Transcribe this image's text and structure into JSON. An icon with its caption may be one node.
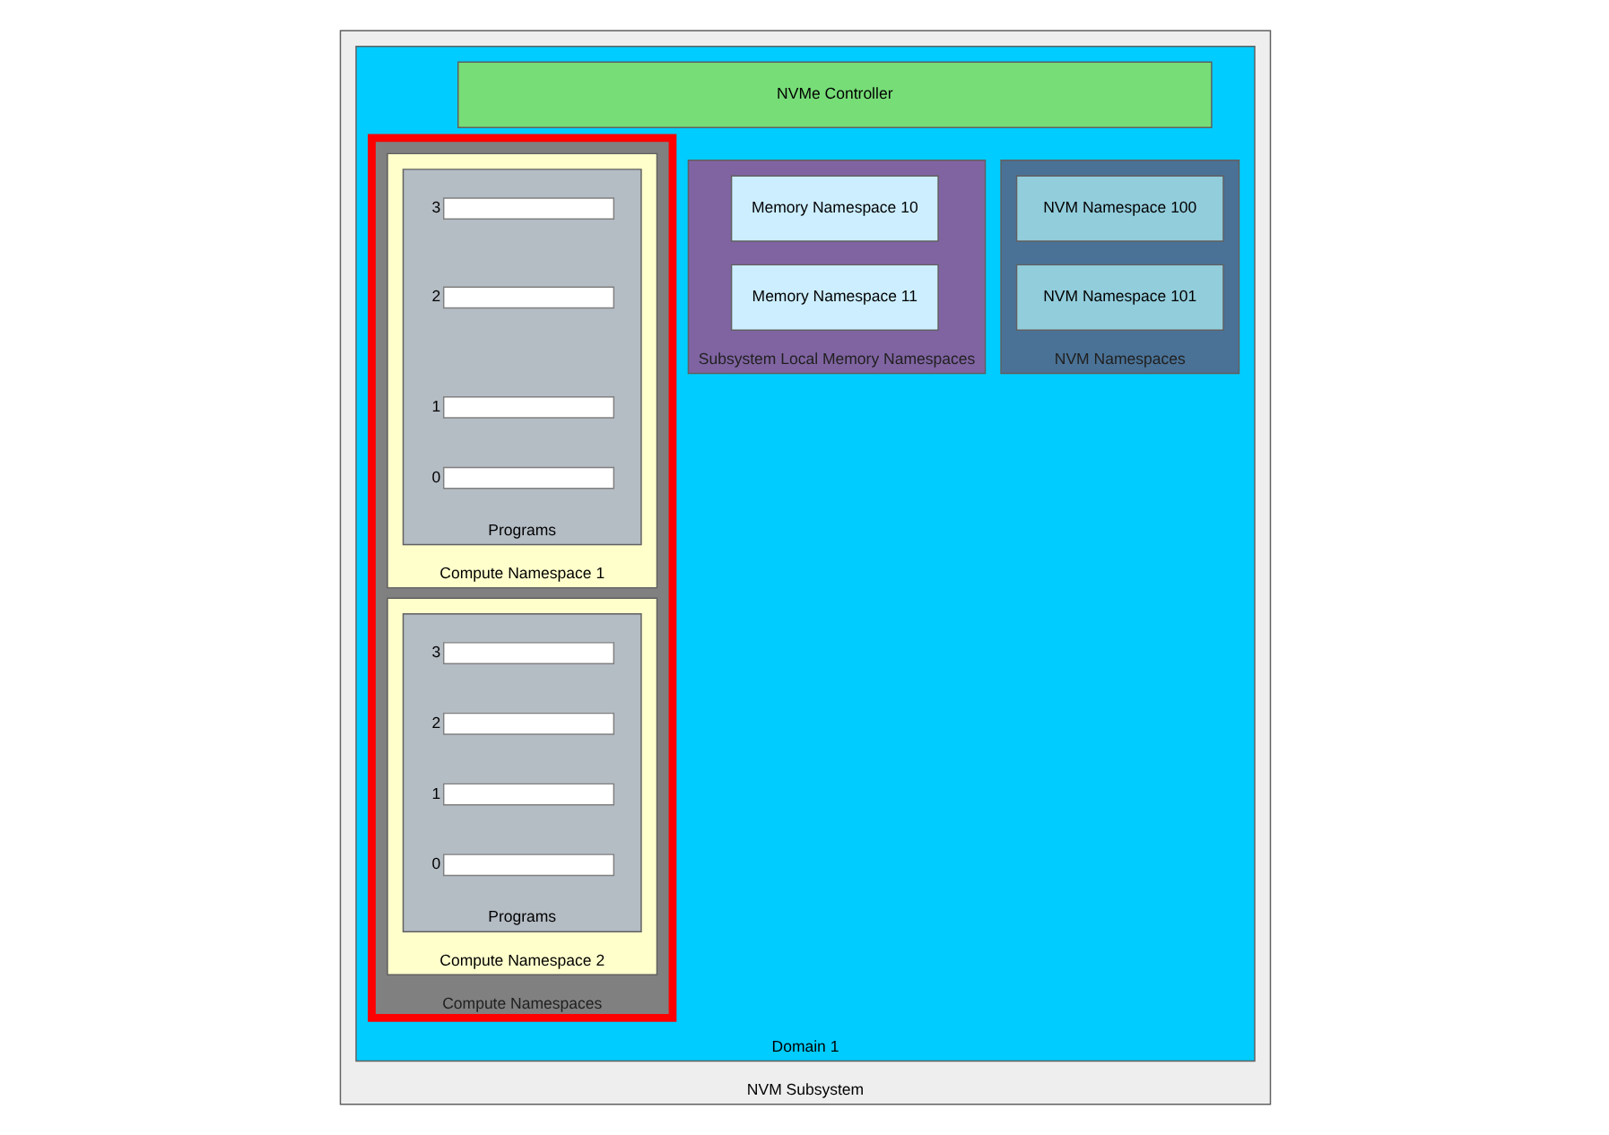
{
  "diagram": {
    "nodes": [
      {
        "text": [
          "NVM Subsystem"
        ]
      },
      {
        "text": [
          "Domain 1"
        ],
        "in": 0
      },
      {
        "text": [
          "NVMe Controller"
        ],
        "in": 1
      },
      {
        "text": [
          "Compute Namespaces"
        ],
        "in": 1
      },
      {
        "text": [
          "Compute Namespace 1"
        ],
        "in": 3
      },
      {
        "text": [
          "Programs"
        ],
        "in": 4
      },
      {
        "text": [],
        "shape": "box",
        "beside": [
          "3"
        ],
        "in": 5
      },
      {
        "text": [],
        "shape": "box",
        "beside": [
          "2"
        ],
        "in": 5
      },
      {
        "text": [],
        "shape": "box",
        "beside": [
          "1"
        ],
        "in": 5
      },
      {
        "text": [],
        "shape": "box",
        "beside": [
          "0"
        ],
        "in": 5
      },
      {
        "text": [
          "Compute Namespace 2"
        ],
        "in": 3
      },
      {
        "text": [
          "Programs"
        ],
        "in": 10
      },
      {
        "text": [],
        "shape": "box",
        "beside": [
          "3"
        ],
        "in": 11
      },
      {
        "text": [],
        "shape": "box",
        "beside": [
          "2"
        ],
        "in": 11
      },
      {
        "text": [],
        "shape": "box",
        "beside": [
          "1"
        ],
        "in": 11
      },
      {
        "text": [],
        "shape": "box",
        "beside": [
          "0"
        ],
        "in": 11
      },
      {
        "text": [
          "Subsystem Local Memory Namespaces"
        ],
        "in": 1
      },
      {
        "text": [
          "Memory Namespace 10"
        ],
        "in": 16
      },
      {
        "text": [
          "Memory Namespace 11"
        ],
        "in": 16
      },
      {
        "text": [
          "NVM Namespaces"
        ],
        "in": 1
      },
      {
        "text": [
          "NVM Namespace 100"
        ],
        "in": 19
      },
      {
        "text": [
          "NVM Namespace 101"
        ],
        "in": 19
      }
    ],
    "edges": []
  }
}
